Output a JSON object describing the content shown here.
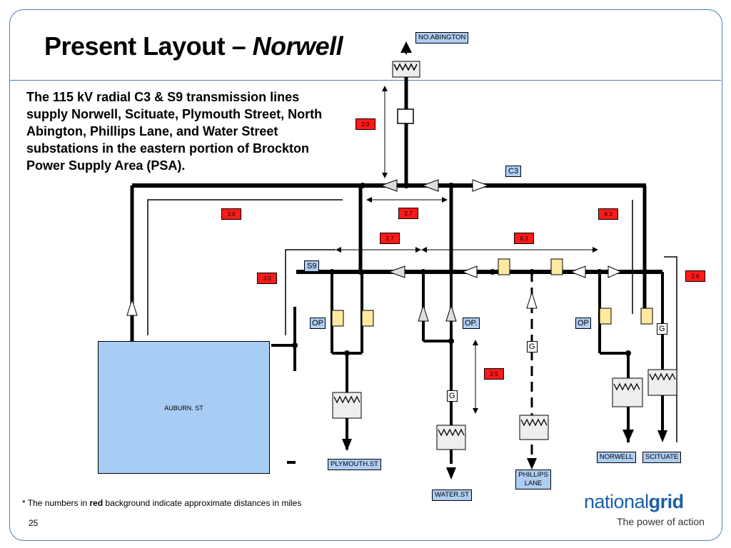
{
  "slide": {
    "title_main": "Present Layout – ",
    "title_italic": "Norwell",
    "description": "The 115 kV radial C3 & S9 transmission lines supply Norwell, Scituate, Plymouth Street, North Abington, Phillips Lane, and Water Street substations in the eastern portion of Brockton Power Supply Area (PSA).",
    "footnote_prefix": "* The numbers in ",
    "footnote_bold": "red",
    "footnote_suffix": " background indicate approximate distances in miles",
    "page_number": "25"
  },
  "diagram": {
    "stations": {
      "no_abington": "NO.ABINGTON",
      "auburn": "AUBURN. ST",
      "plymouth": "PLYMOUTH.ST",
      "water": "WATER.ST",
      "phillips": "PHILLIPS LANE",
      "norwell": "NORWELL",
      "scituate": "SCITUATE"
    },
    "buses": {
      "c3": "C3",
      "s9": "S9"
    },
    "distances": {
      "d_no_abington": "2.0",
      "d_c3_left": "3.0",
      "d_c3_mid": "2.7",
      "d_c3_right": "6.3",
      "d_s9_a": "2.7",
      "d_s9_b": "6.3",
      "d_s9_left": "3.0",
      "d_s9_right": "2.6",
      "d_water": "2.5"
    },
    "switch_labels": {
      "op1": "OP",
      "op2": "OP.",
      "op3": "OP"
    },
    "generator": "G"
  },
  "brand": {
    "logo_regular": "national",
    "logo_bold": "grid",
    "tagline": "The power of action"
  },
  "colors": {
    "distance_bg": "#ff1a1a",
    "label_bg": "#aecdf2",
    "frame": "#4a7fc0",
    "brand": "#1a5fa8"
  }
}
